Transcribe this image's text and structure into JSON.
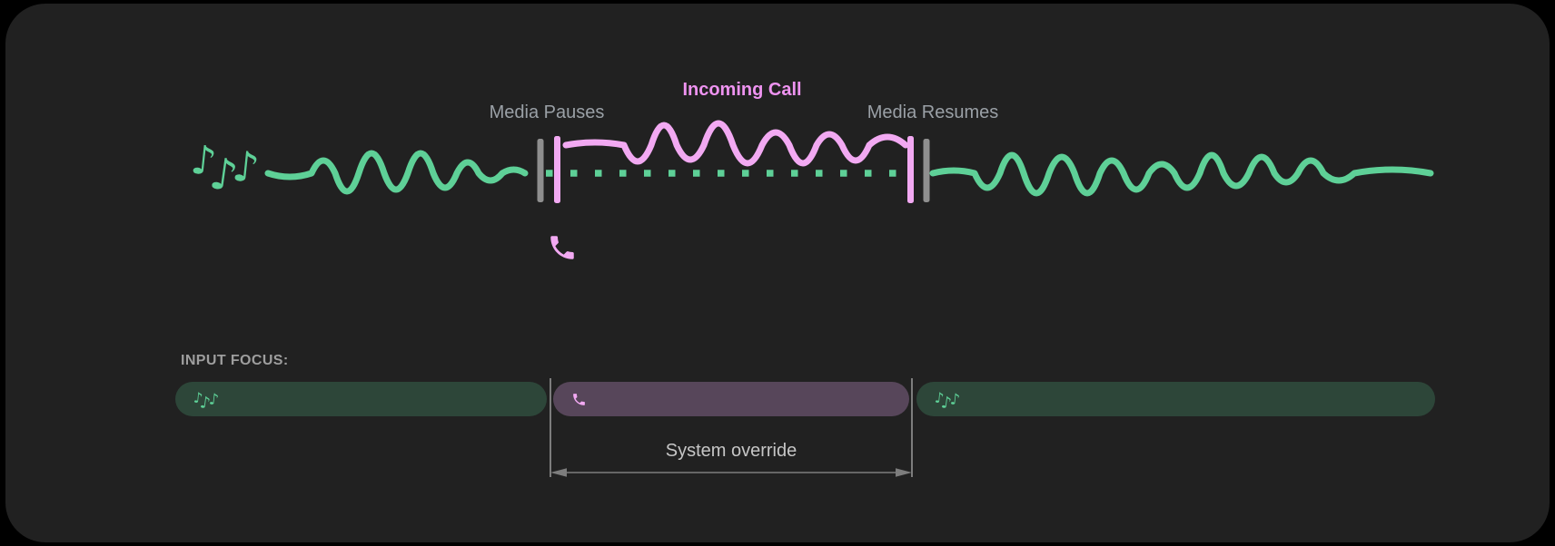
{
  "timeline": {
    "media_pauses_label": "Media Pauses",
    "incoming_call_label": "Incoming Call",
    "media_resumes_label": "Media Resumes"
  },
  "input_focus": {
    "heading": "INPUT FOCUS:",
    "segments": [
      {
        "type": "media",
        "icon": "music-notes-icon"
      },
      {
        "type": "call",
        "icon": "phone-icon"
      },
      {
        "type": "media",
        "icon": "music-notes-icon"
      }
    ],
    "override_label": "System override"
  },
  "icons": {
    "music_note_glyph": "♪"
  },
  "colors": {
    "background": "#000000",
    "card": "#212121",
    "media_green": "#5ed097",
    "media_bar_bg": "#2d4639",
    "call_pink": "#f2a9f2",
    "call_text_pink": "#ee93f0",
    "call_bar_bg": "#57465a",
    "marker_gray": "#8f8f8f",
    "label_gray": "#9aa0a6",
    "heading_gray": "#9e9e9e",
    "override_gray": "#c6c6c6",
    "arrow_gray": "#7d7d7d"
  }
}
